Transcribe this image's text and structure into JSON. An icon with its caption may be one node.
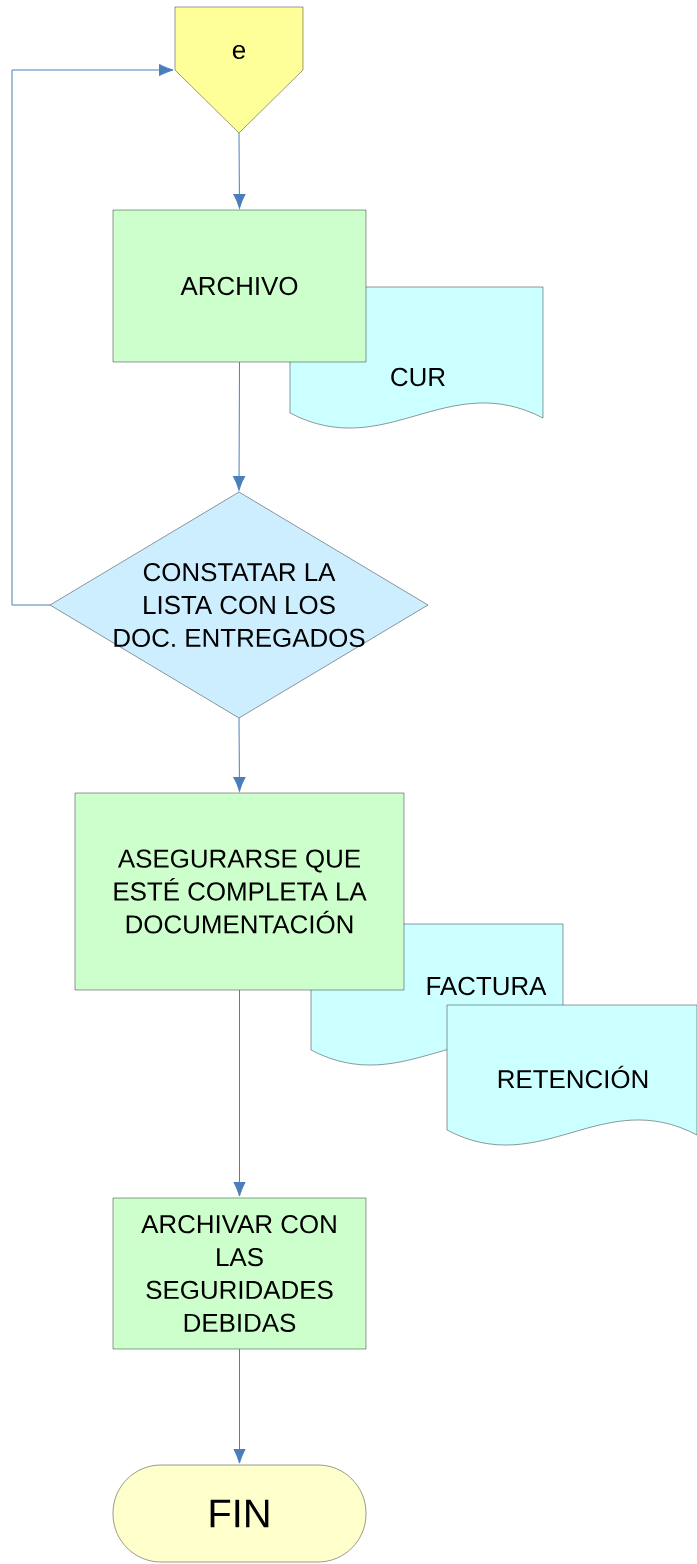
{
  "diagram": {
    "nodes": [
      {
        "text": [
          "e"
        ]
      },
      {
        "text": [
          "ARCHIVO"
        ]
      },
      {
        "text": [
          "CUR"
        ]
      },
      {
        "text": [
          "CONSTATAR LA LISTA CON LOS DOC. ENTREGADOS"
        ]
      },
      {
        "text": [
          "ASEGURARSE QUE ESTÉ COMPLETA LA DOCUMENTACIÓN"
        ]
      },
      {
        "text": [
          "FACTURA"
        ]
      },
      {
        "text": [
          "RETENCIÓN"
        ]
      },
      {
        "text": [
          "ARCHIVAR CON LAS SEGURIDADES DEBIDAS"
        ]
      },
      {
        "text": [
          "FIN"
        ]
      }
    ],
    "edges": [
      {
        "from": 0,
        "to": 1,
        "arrow": "to"
      },
      {
        "from": 1,
        "to": 3,
        "arrow": "to"
      },
      {
        "from": 3,
        "to": 0,
        "arrow": "to"
      },
      {
        "from": 3,
        "to": 4,
        "arrow": "to"
      },
      {
        "from": 4,
        "to": 7,
        "arrow": "to"
      },
      {
        "from": 7,
        "to": 8,
        "arrow": "to"
      }
    ]
  }
}
